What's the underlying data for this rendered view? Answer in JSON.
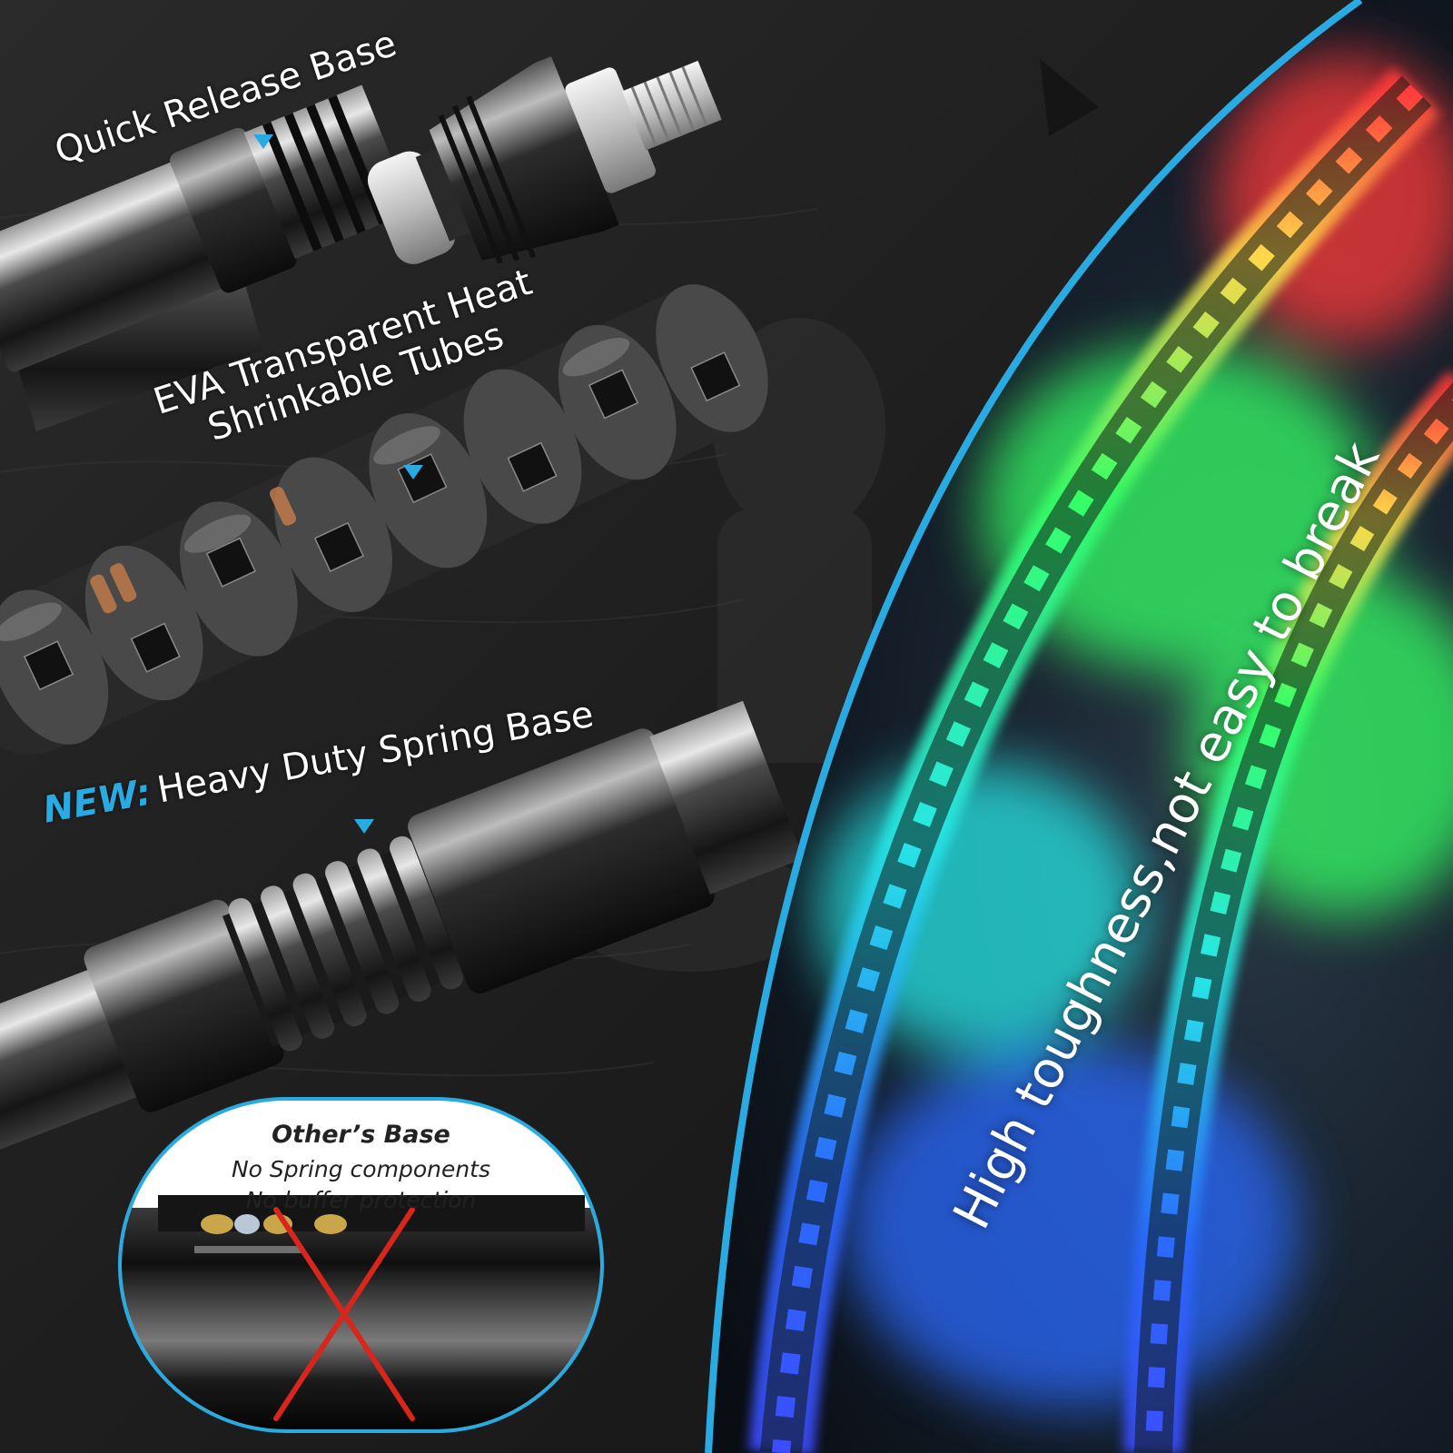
{
  "accent_color": "#29abe2",
  "callouts": {
    "quick_release": "Quick Release Base",
    "eva_line1": "EVA Transparent Heat",
    "eva_line2": "Shrinkable Tubes",
    "new_tag": "NEW:",
    "spring_base": "Heavy Duty Spring Base"
  },
  "tagline": "High toughness,not easy to break",
  "others_base": {
    "title": "Other’s Base",
    "line1": "No Spring components",
    "line2": "No buffer protection"
  },
  "icons": {
    "pointer": "triangle-down-icon",
    "reject": "red-x-icon"
  },
  "colors": {
    "glow_red": "#ff3b3b",
    "glow_green": "#35ff66",
    "glow_cyan": "#27e6e6",
    "glow_blue": "#2a6bff",
    "cross": "#d9261c"
  }
}
